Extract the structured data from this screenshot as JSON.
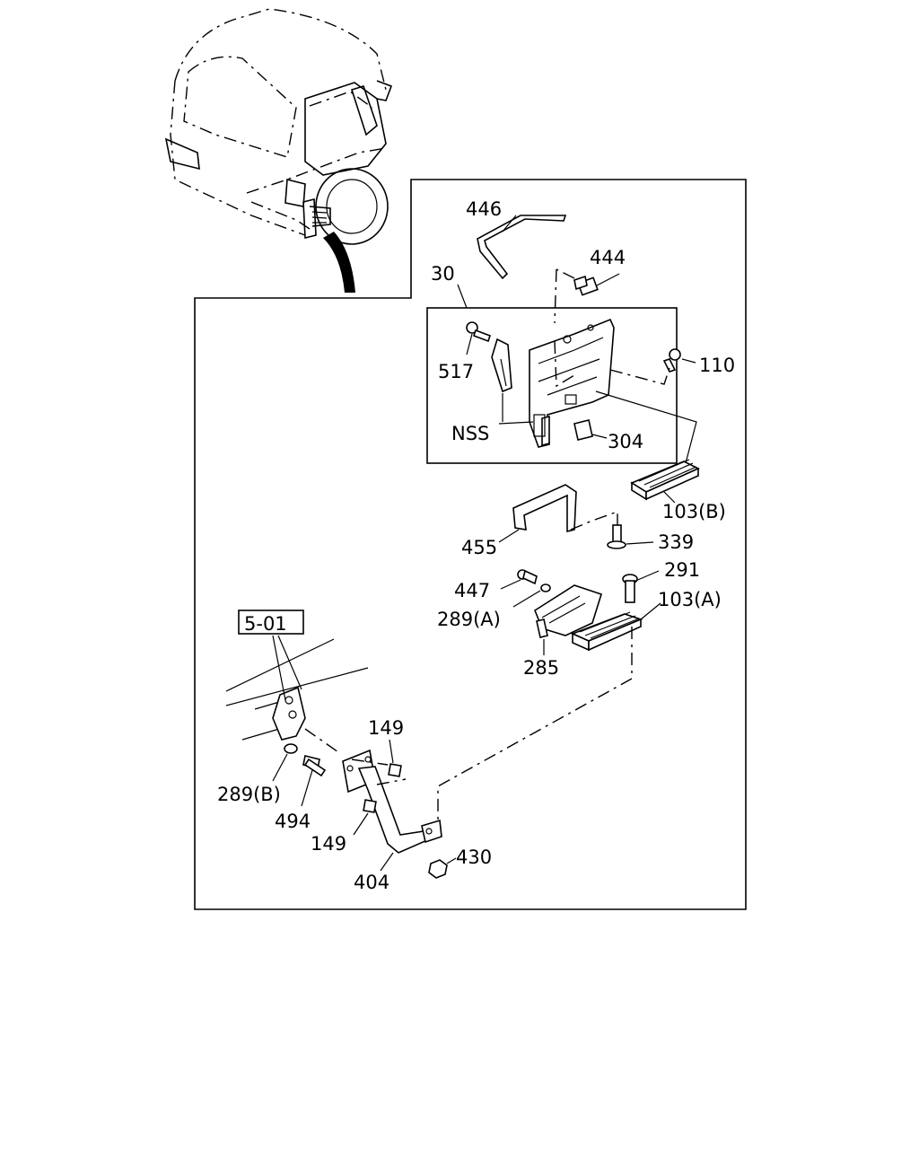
{
  "diagram": {
    "callouts": {
      "c446": "446",
      "c444": "444",
      "c30": "30",
      "c517": "517",
      "c110": "110",
      "cNSS": "NSS",
      "c304": "304",
      "c103B": "103(B)",
      "c455": "455",
      "c339": "339",
      "c291": "291",
      "c447": "447",
      "c103A": "103(A)",
      "c289A": "289(A)",
      "c285": "285",
      "c501": "5-01",
      "c149a": "149",
      "c289B": "289(B)",
      "c494": "494",
      "c149b": "149",
      "c430": "430",
      "c404": "404"
    }
  }
}
